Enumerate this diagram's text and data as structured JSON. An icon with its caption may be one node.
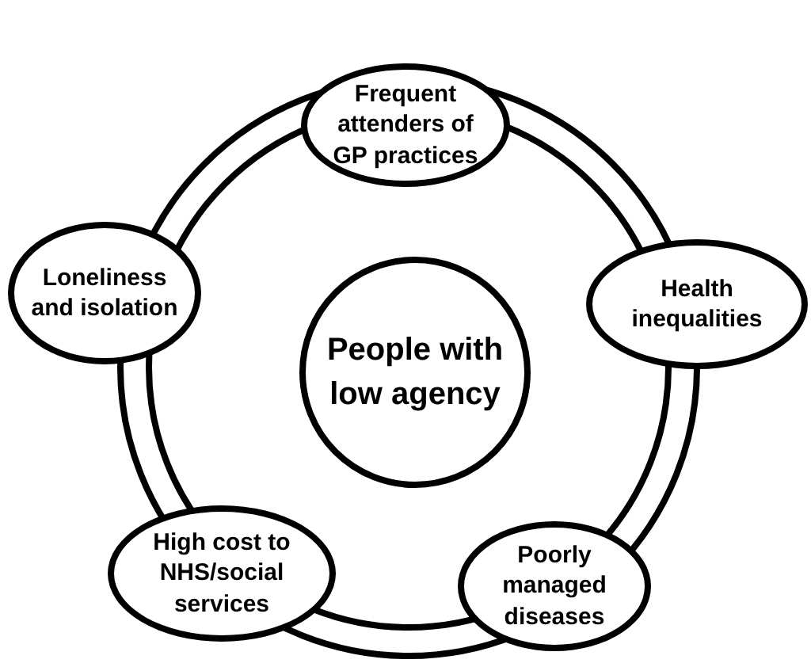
{
  "diagram": {
    "nodes": [
      {
        "text": [
          "People with low agency"
        ]
      },
      {
        "text": [
          "Frequent attenders of GP practices"
        ]
      },
      {
        "text": [
          "Health inequalities"
        ]
      },
      {
        "text": [
          "Poorly managed diseases"
        ]
      },
      {
        "text": [
          "High cost to NHS/social services"
        ]
      },
      {
        "text": [
          "Loneliness and isolation"
        ]
      }
    ]
  }
}
